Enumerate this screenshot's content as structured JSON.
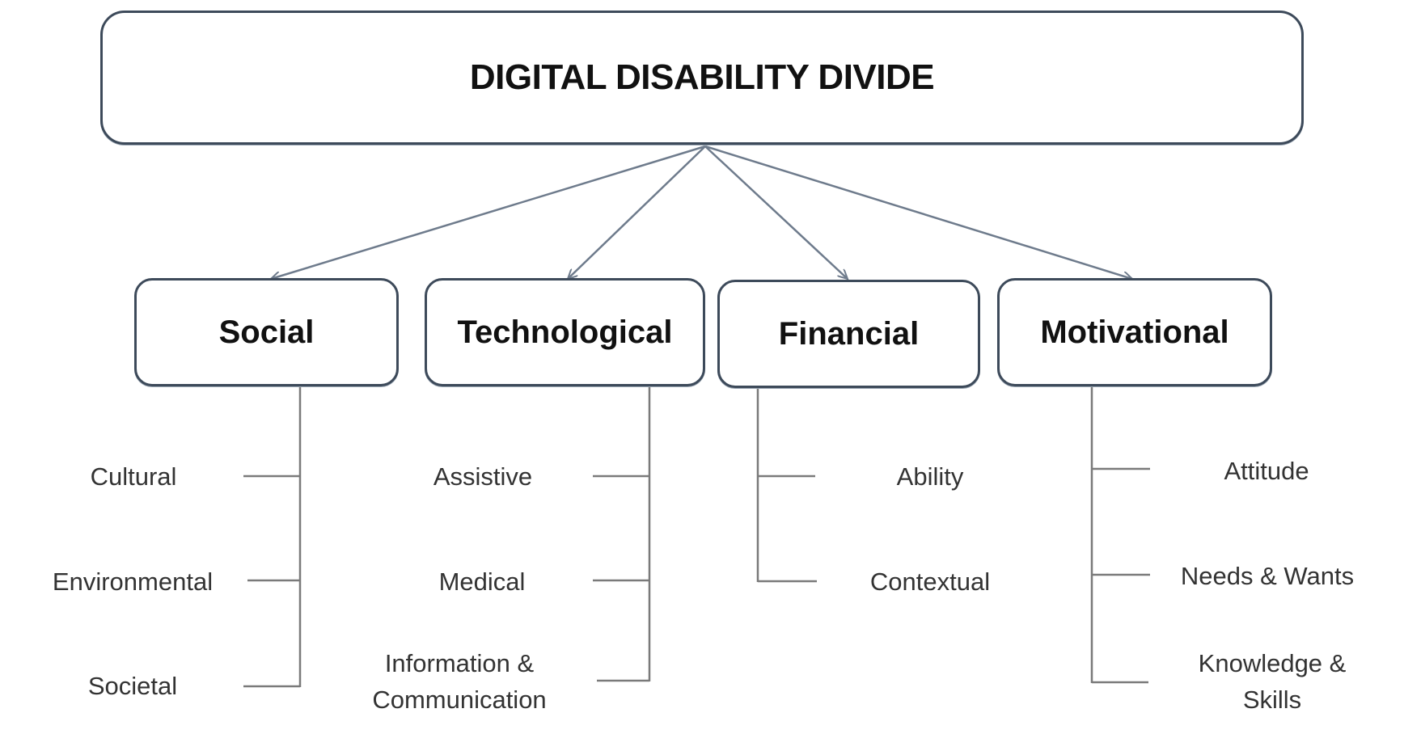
{
  "diagram": {
    "title": "DIGITAL DISABILITY DIVIDE",
    "colors": {
      "box_border": "#3d4a5a",
      "connector": "#6e7b8c",
      "text": "#111111",
      "item_text": "#333333"
    },
    "categories": [
      {
        "label": "Social",
        "items": [
          "Cultural",
          "Environmental",
          "Societal"
        ]
      },
      {
        "label": "Technological",
        "items": [
          "Assistive",
          "Medical",
          "Information & Communication"
        ]
      },
      {
        "label": "Financial",
        "items": [
          "Ability",
          "Contextual"
        ]
      },
      {
        "label": "Motivational",
        "items": [
          "Attitude",
          "Needs & Wants",
          "Knowledge & Skills"
        ]
      }
    ]
  },
  "items_display": {
    "social": [
      "Cultural",
      "Environmental",
      "Societal"
    ],
    "technological": [
      "Assistive",
      "Medical",
      "Information &",
      "Communication"
    ],
    "financial": [
      "Ability",
      "Contextual"
    ],
    "motivational": [
      "Attitude",
      "Needs & Wants",
      "Knowledge &",
      "Skills"
    ]
  }
}
